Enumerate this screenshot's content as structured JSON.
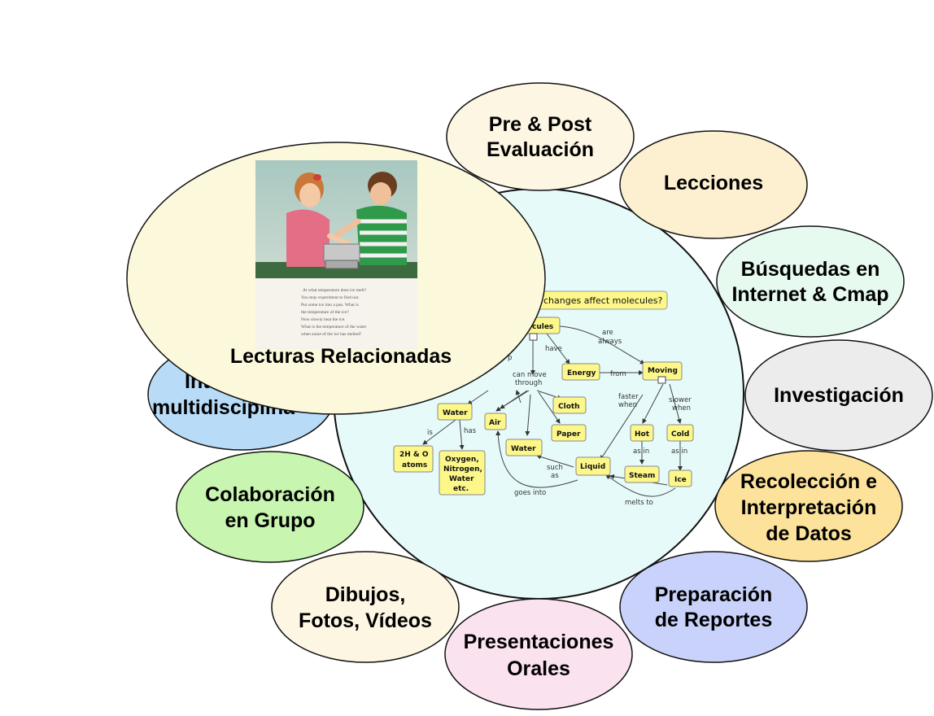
{
  "bubbles": {
    "pre_post": [
      "Pre & Post",
      "Evaluación"
    ],
    "lecciones": [
      "Lecciones"
    ],
    "busquedas": [
      "Búsquedas en",
      "Internet & Cmap"
    ],
    "investigacion": [
      "Investigación"
    ],
    "recoleccion": [
      "Recolección e",
      "Interpretación",
      "de Datos"
    ],
    "reportes": [
      "Preparación",
      "de Reportes"
    ],
    "presentaciones": [
      "Presentaciones",
      "Orales"
    ],
    "dibujos": [
      "Dibujos,",
      "Fotos, Vídeos"
    ],
    "colaboracion": [
      "Colaboración",
      "en Grupo"
    ],
    "multidisciplinario": [
      "Int",
      "multidisciplina"
    ],
    "lecturas": [
      "Lecturas Relacionadas"
    ]
  },
  "colors": {
    "pre_post": "#fdf6e3",
    "lecciones": "#fdf0d0",
    "busquedas": "#e6faef",
    "investigacion": "#ececec",
    "recoleccion": "#fce29a",
    "reportes": "#c8d2fa",
    "presentaciones": "#fbe2ef",
    "dibujos": "#fdf6e3",
    "colaboracion": "#c8f5b0",
    "multidisciplinario": "#b8dcf8",
    "lecturas": "#fcf8dc",
    "center": "#e6fafa",
    "concept": "#fdf78a"
  },
  "book_text": [
    "At what temperature does ice melt?",
    "You may experiment to find out.",
    "Put some ice into a pan. What is",
    "the temperature of the ice?",
    "Now slowly heat the ice.",
    "What is the temperature of the water",
    "when some of the ice has melted?"
  ],
  "cmap": {
    "question": "changes affect molecules?",
    "concepts": {
      "molecules": "cules",
      "energy": "Energy",
      "moving": "Moving",
      "water": "Water",
      "air": "Air",
      "cloth": "Cloth",
      "paper": "Paper",
      "water2": "Water",
      "hot": "Hot",
      "cold": "Cold",
      "steam": "Steam",
      "ice": "Ice",
      "liquid": "Liquid",
      "atoms": [
        "2H & O",
        "atoms"
      ],
      "mix": [
        "Oxygen,",
        "Nitrogen,",
        "Water",
        "etc."
      ]
    },
    "links": {
      "are_always": [
        "are",
        "always"
      ],
      "have": "have",
      "from": "from",
      "can_move_through": [
        "can move",
        "through"
      ],
      "faster_when": [
        "faster",
        "when"
      ],
      "slower_when": [
        "slower",
        "when"
      ],
      "is": "is",
      "has": "has",
      "such_as": [
        "such",
        "as"
      ],
      "as_in_hot": [
        "as in"
      ],
      "as_in_cold": [
        "as in"
      ],
      "goes_into": "goes into",
      "melts_to": "melts to",
      "p": "p"
    }
  }
}
